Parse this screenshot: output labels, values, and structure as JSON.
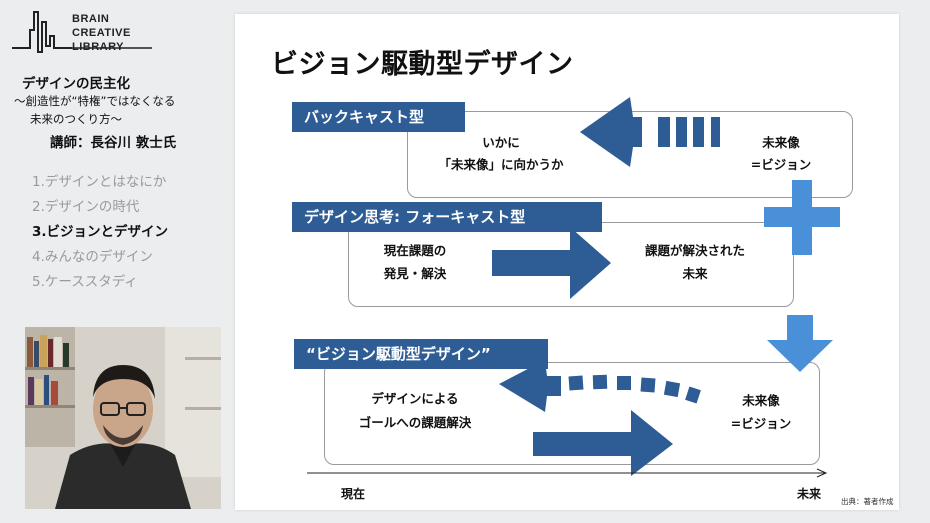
{
  "brand": {
    "logo_lines": [
      "BRAIN",
      "CREATIVE",
      "LIBRARY"
    ]
  },
  "course": {
    "title": "デザインの民主化",
    "subtitle_line1": "～創造性が“特権”ではなくなる",
    "subtitle_line2": "未来のつくり方～",
    "instructor": "講師：長谷川 敦士氏"
  },
  "chapters": [
    {
      "label": "1.デザインとはなにか",
      "active": false
    },
    {
      "label": "2.デザインの時代",
      "active": false
    },
    {
      "label": "3.ビジョンとデザイン",
      "active": true
    },
    {
      "label": "4.みんなのデザイン",
      "active": false
    },
    {
      "label": "5.ケーススタディ",
      "active": false
    }
  ],
  "slide": {
    "title": "ビジョン駆動型デザイン",
    "backcast": {
      "label": "バックキャスト型",
      "left_line1": "いかに",
      "left_line2": "「未来像」に向かうか",
      "right_line1": "未来像",
      "right_line2": "=ビジョン"
    },
    "forecast": {
      "label": "デザイン思考: フォーキャスト型",
      "left_line1": "現在課題の",
      "left_line2": "発見・解決",
      "right_line1": "課題が解決された",
      "right_line2": "未来"
    },
    "vision": {
      "label": "“ビジョン駆動型デザイン”",
      "left_line1": "デザインによる",
      "left_line2": "ゴールへの課題解決",
      "right_line1": "未来像",
      "right_line2": "=ビジョン"
    },
    "axis_start": "現在",
    "axis_end": "未来",
    "source": "出典：著者作成"
  },
  "colors": {
    "accent_blue": "#2e5d95",
    "light_blue": "#4a90d9"
  }
}
